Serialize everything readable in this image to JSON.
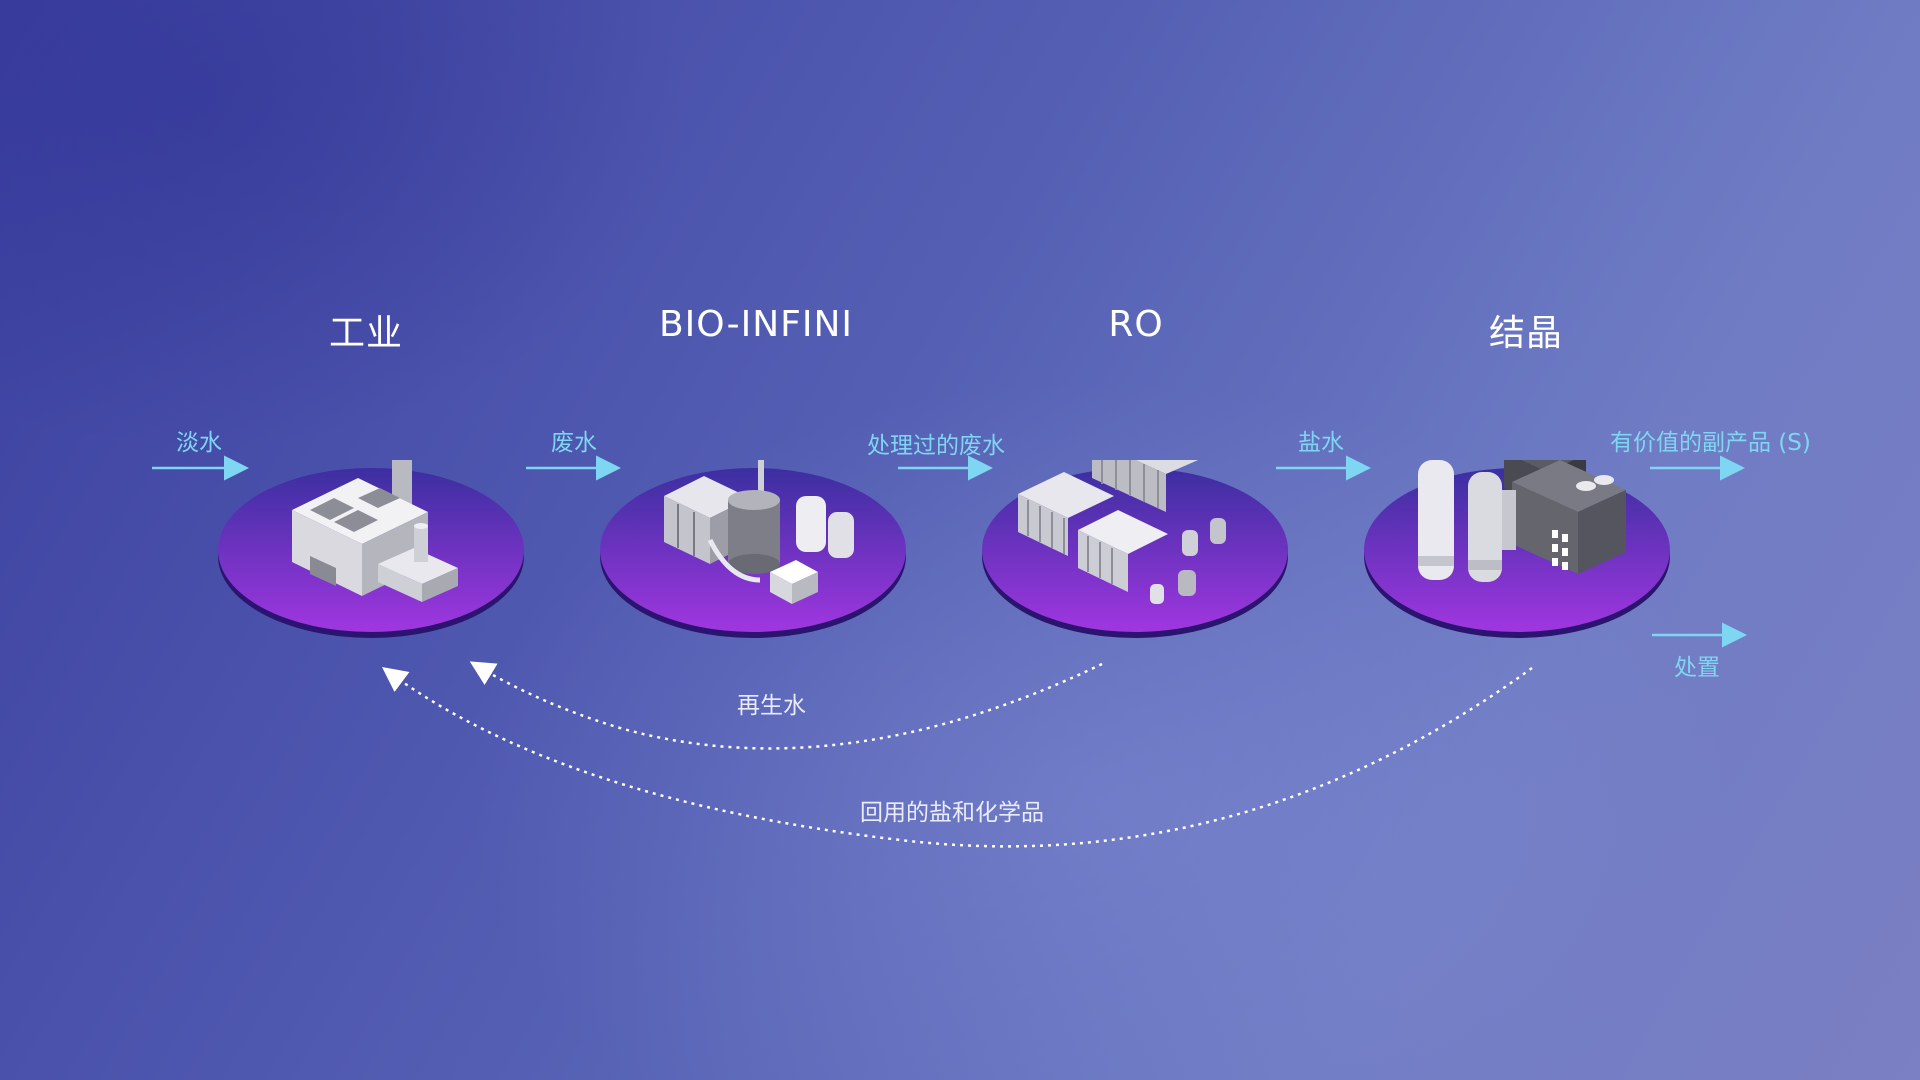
{
  "stages": {
    "industry": {
      "title": "工业",
      "icon": "factory-icon"
    },
    "bio": {
      "title": "BIO-INFINI",
      "icon": "bio-reactor-icon"
    },
    "ro": {
      "title": "RO",
      "icon": "ro-membrane-icon"
    },
    "crystal": {
      "title": "结晶",
      "icon": "crystallizer-icon"
    }
  },
  "flows": {
    "freshwater": "淡水",
    "wastewater": "废水",
    "treated": "处理过的废水",
    "brine": "盐水",
    "byproducts": "有价值的副产品 (S)",
    "disposal": "处置"
  },
  "loops": {
    "reclaimed": "再生水",
    "recovered": "回用的盐和化学品"
  },
  "colors": {
    "flow": "#7fd6f2",
    "loop": "#ffffff",
    "platform_top": "#3b2fa0",
    "platform_bottom": "#a036e0"
  }
}
